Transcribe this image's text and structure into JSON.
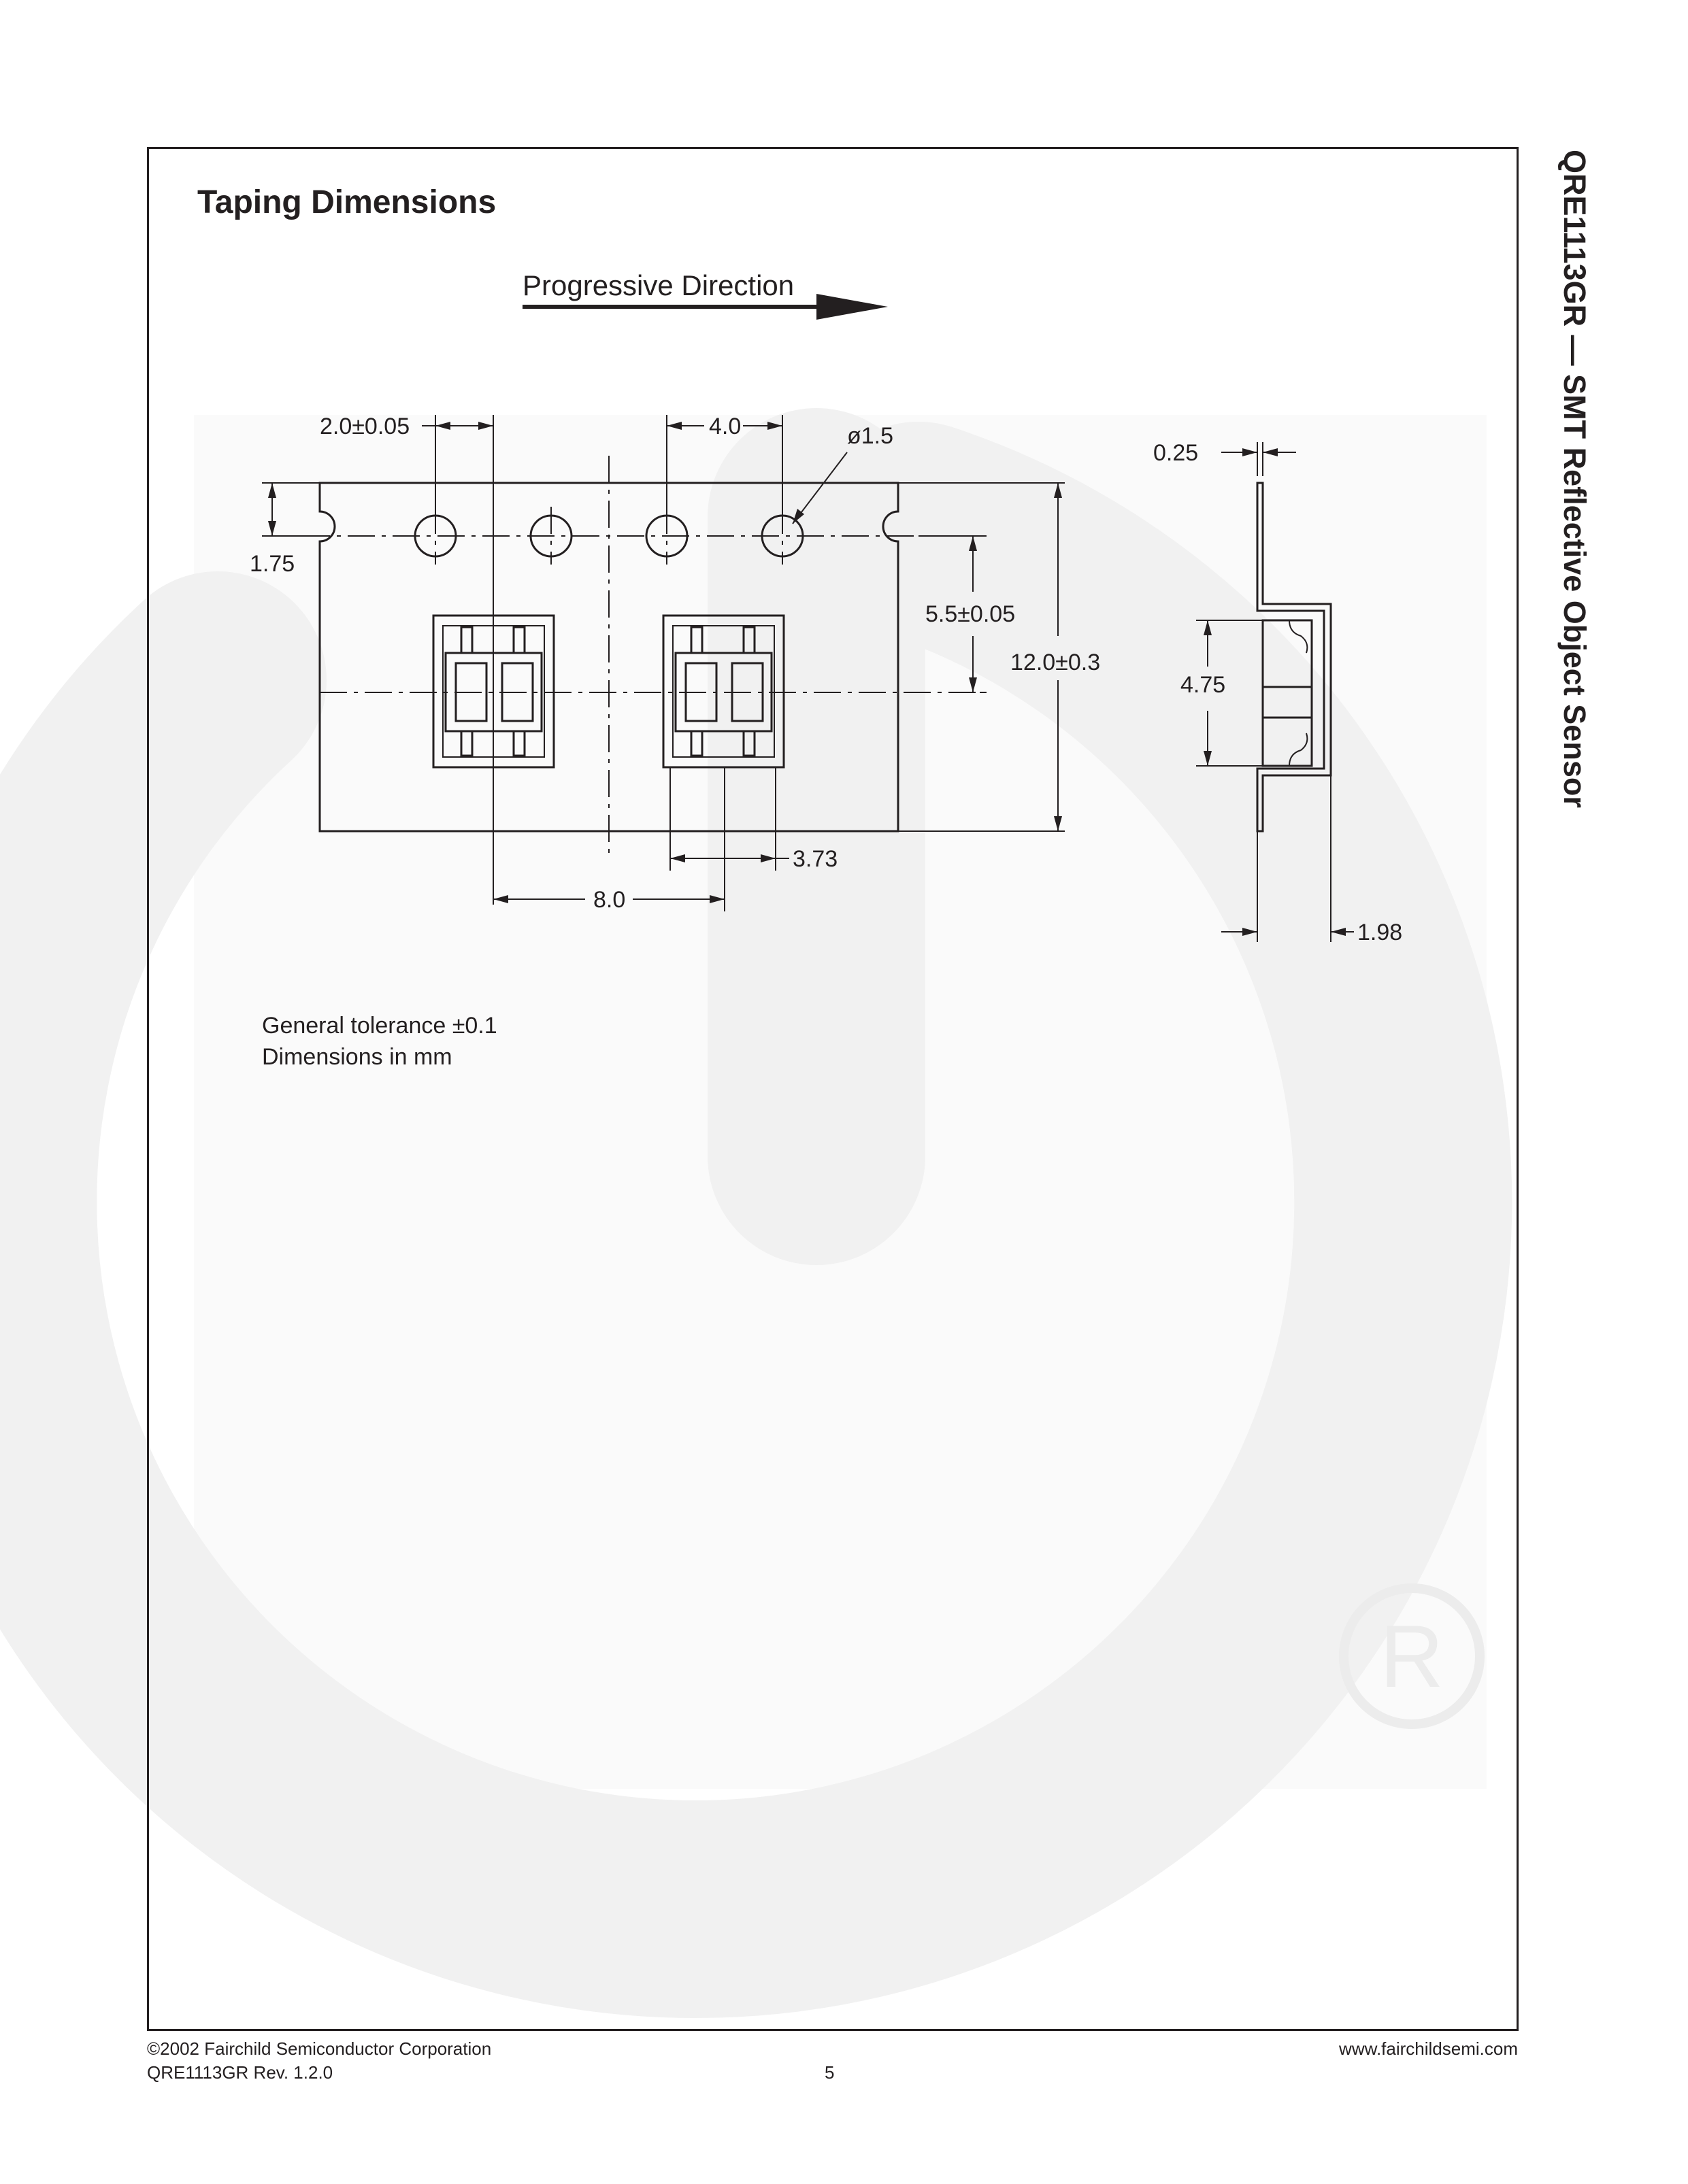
{
  "header": {
    "side_title": "QRE1113GR — SMT Reflective Object Sensor"
  },
  "section": {
    "title": "Taping Dimensions"
  },
  "drawing": {
    "direction_label": "Progressive Direction",
    "dims": {
      "pitch_hole_to_pocket": "2.0±0.05",
      "hole_pitch": "4.0",
      "hole_diameter": "ø1.5",
      "edge_to_hole": "1.75",
      "hole_to_pocket_center": "5.5±0.05",
      "tape_width": "12.0±0.3",
      "pocket_width": "3.73",
      "pocket_pitch": "8.0",
      "tape_thickness": "0.25",
      "pocket_length": "4.75",
      "pocket_depth": "1.98"
    }
  },
  "notes": {
    "line1": "General tolerance ±0.1",
    "line2": "Dimensions in mm"
  },
  "footer": {
    "copyright": "©2002 Fairchild Semiconductor Corporation",
    "revision": "QRE1113GR Rev. 1.2.0",
    "page_number": "5",
    "website": "www.fairchildsemi.com"
  },
  "colors": {
    "ink": "#231f20",
    "watermark": "#f2f2f2"
  }
}
